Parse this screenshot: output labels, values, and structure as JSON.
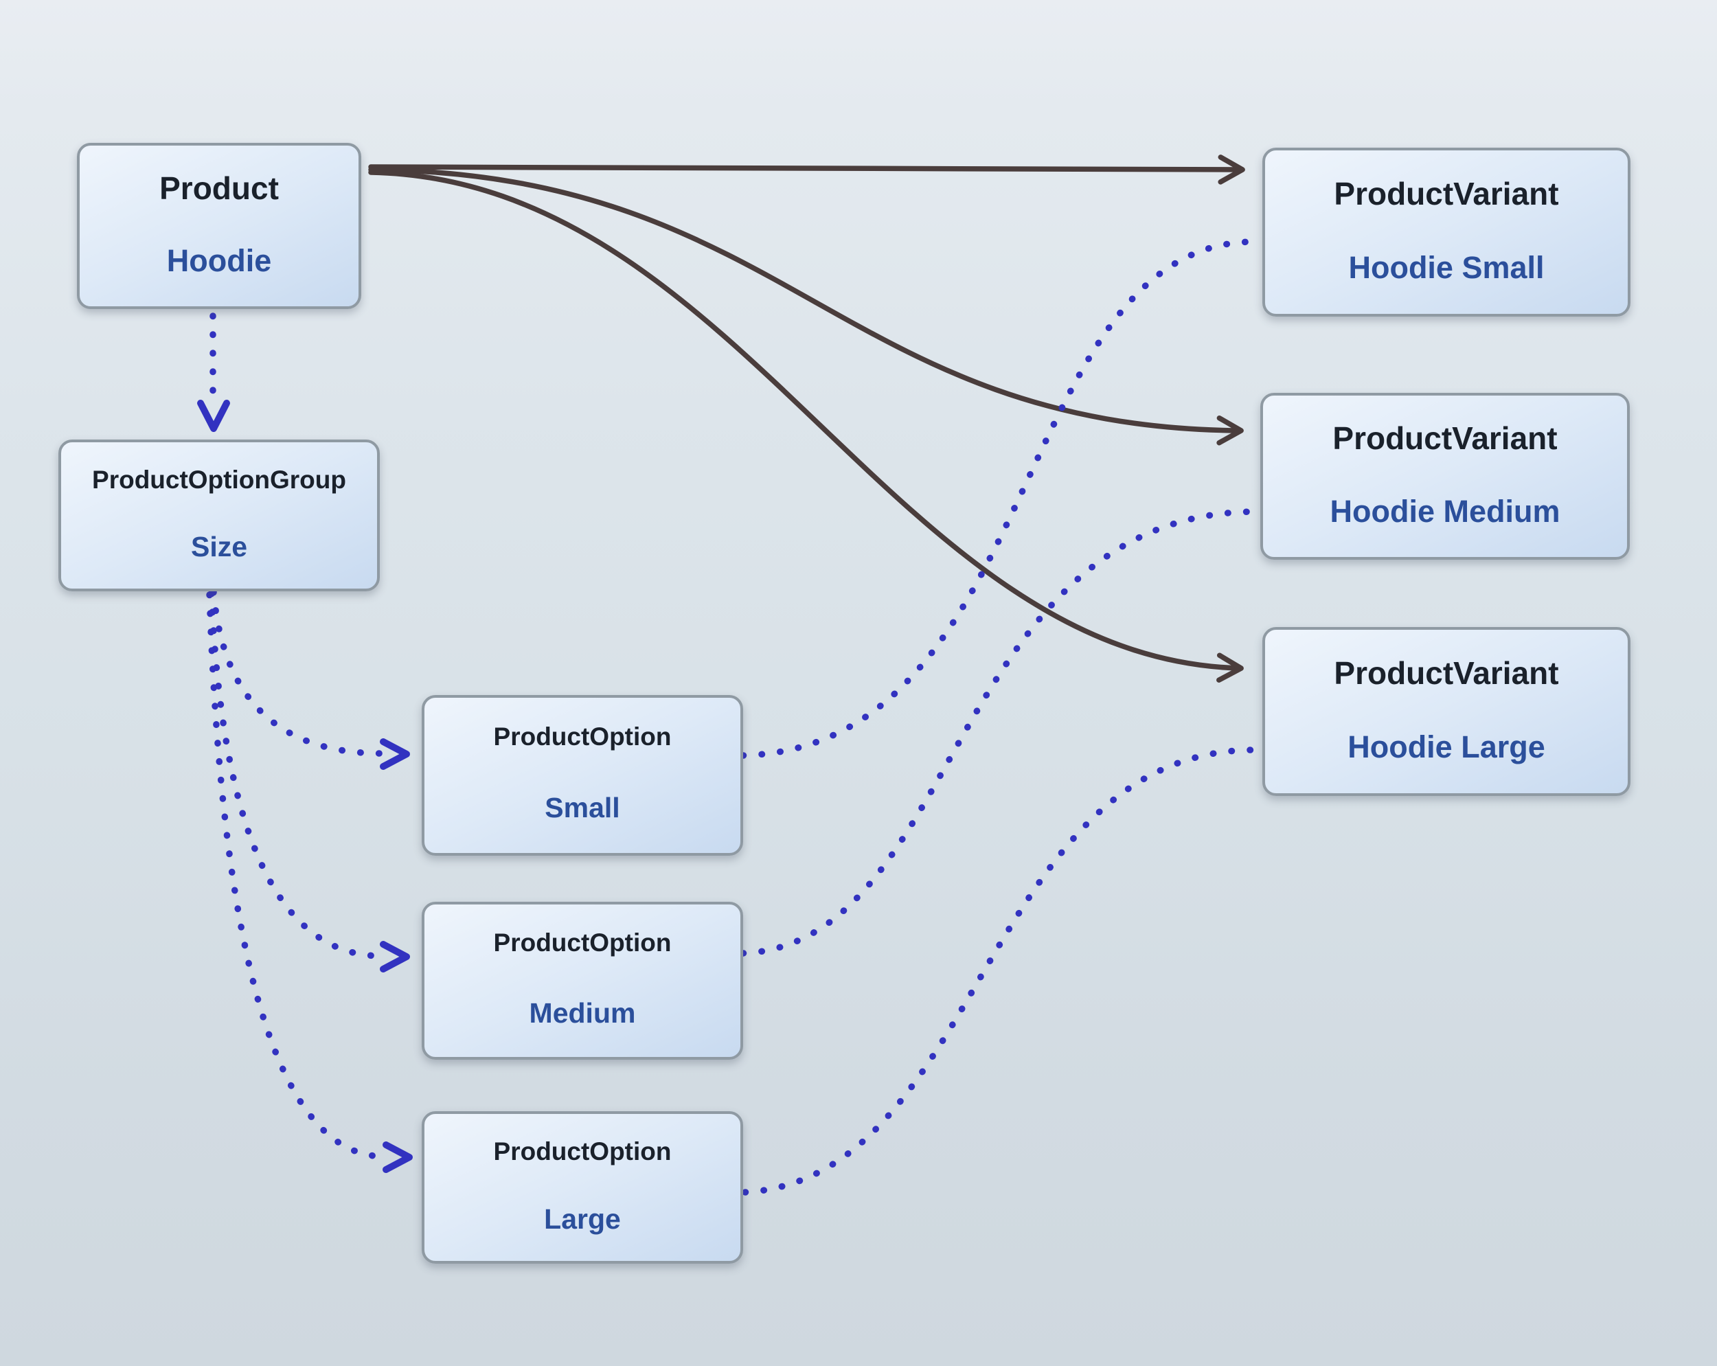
{
  "diagram": {
    "nodes": {
      "product": {
        "type": "Product",
        "value": "Hoodie"
      },
      "option_group": {
        "type": "ProductOptionGroup",
        "value": "Size"
      },
      "option_small": {
        "type": "ProductOption",
        "value": "Small"
      },
      "option_medium": {
        "type": "ProductOption",
        "value": "Medium"
      },
      "option_large": {
        "type": "ProductOption",
        "value": "Large"
      },
      "variant_small": {
        "type": "ProductVariant",
        "value": "Hoodie Small"
      },
      "variant_medium": {
        "type": "ProductVariant",
        "value": "Hoodie Medium"
      },
      "variant_large": {
        "type": "ProductVariant",
        "value": "Hoodie Large"
      }
    },
    "edges": [
      {
        "from": "product",
        "to": "variant_small",
        "style": "solid"
      },
      {
        "from": "product",
        "to": "variant_medium",
        "style": "solid"
      },
      {
        "from": "product",
        "to": "variant_large",
        "style": "solid"
      },
      {
        "from": "product",
        "to": "option_group",
        "style": "dotted"
      },
      {
        "from": "option_group",
        "to": "option_small",
        "style": "dotted"
      },
      {
        "from": "option_group",
        "to": "option_medium",
        "style": "dotted"
      },
      {
        "from": "option_group",
        "to": "option_large",
        "style": "dotted"
      },
      {
        "from": "option_small",
        "to": "variant_small",
        "style": "dotted"
      },
      {
        "from": "option_medium",
        "to": "variant_medium",
        "style": "dotted"
      },
      {
        "from": "option_large",
        "to": "variant_large",
        "style": "dotted"
      }
    ],
    "colors": {
      "solid_edge": "#4a3d3c",
      "dotted_edge": "#3232c0",
      "node_title": "#1a212b",
      "node_value": "#2b4f9b",
      "node_border": "#8f9aa3"
    }
  }
}
